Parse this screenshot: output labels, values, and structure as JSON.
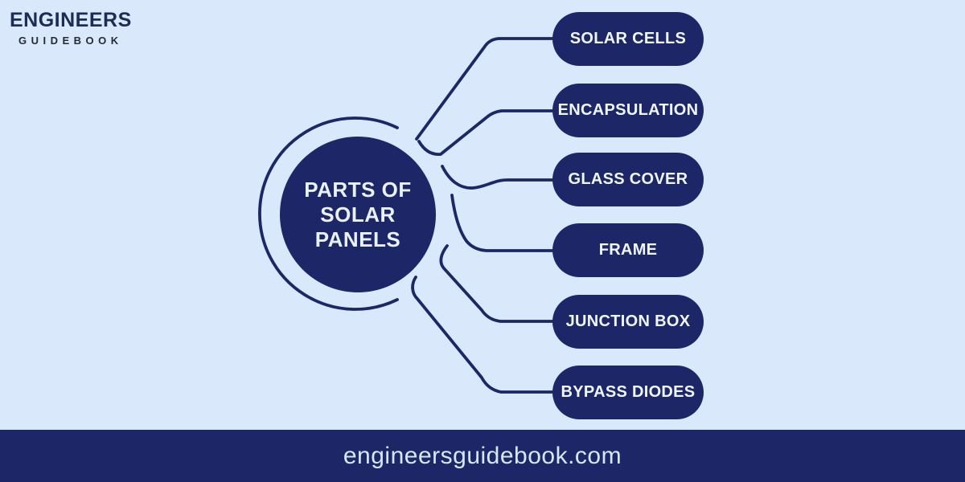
{
  "colors": {
    "background": "#d9e9fb",
    "navy": "#1d2768",
    "pill_text": "#f0f6fd",
    "circle_text": "#e8f1fc",
    "footer_text": "#d8e6f8",
    "logo_primary": "#1d2b55",
    "logo_secondary": "#262a33"
  },
  "logo": {
    "line1": "ENGINEERS",
    "line2": "GUIDEBOOK"
  },
  "diagram": {
    "center": [
      "PARTS OF",
      "SOLAR",
      "PANELS"
    ],
    "nodes": [
      {
        "label": "SOLAR CELLS"
      },
      {
        "label": "ENCAPSULATION"
      },
      {
        "label": "GLASS COVER"
      },
      {
        "label": "FRAME"
      },
      {
        "label": "JUNCTION BOX"
      },
      {
        "label": "BYPASS DIODES"
      }
    ]
  },
  "footer": {
    "text": "engineersguidebook.com"
  }
}
